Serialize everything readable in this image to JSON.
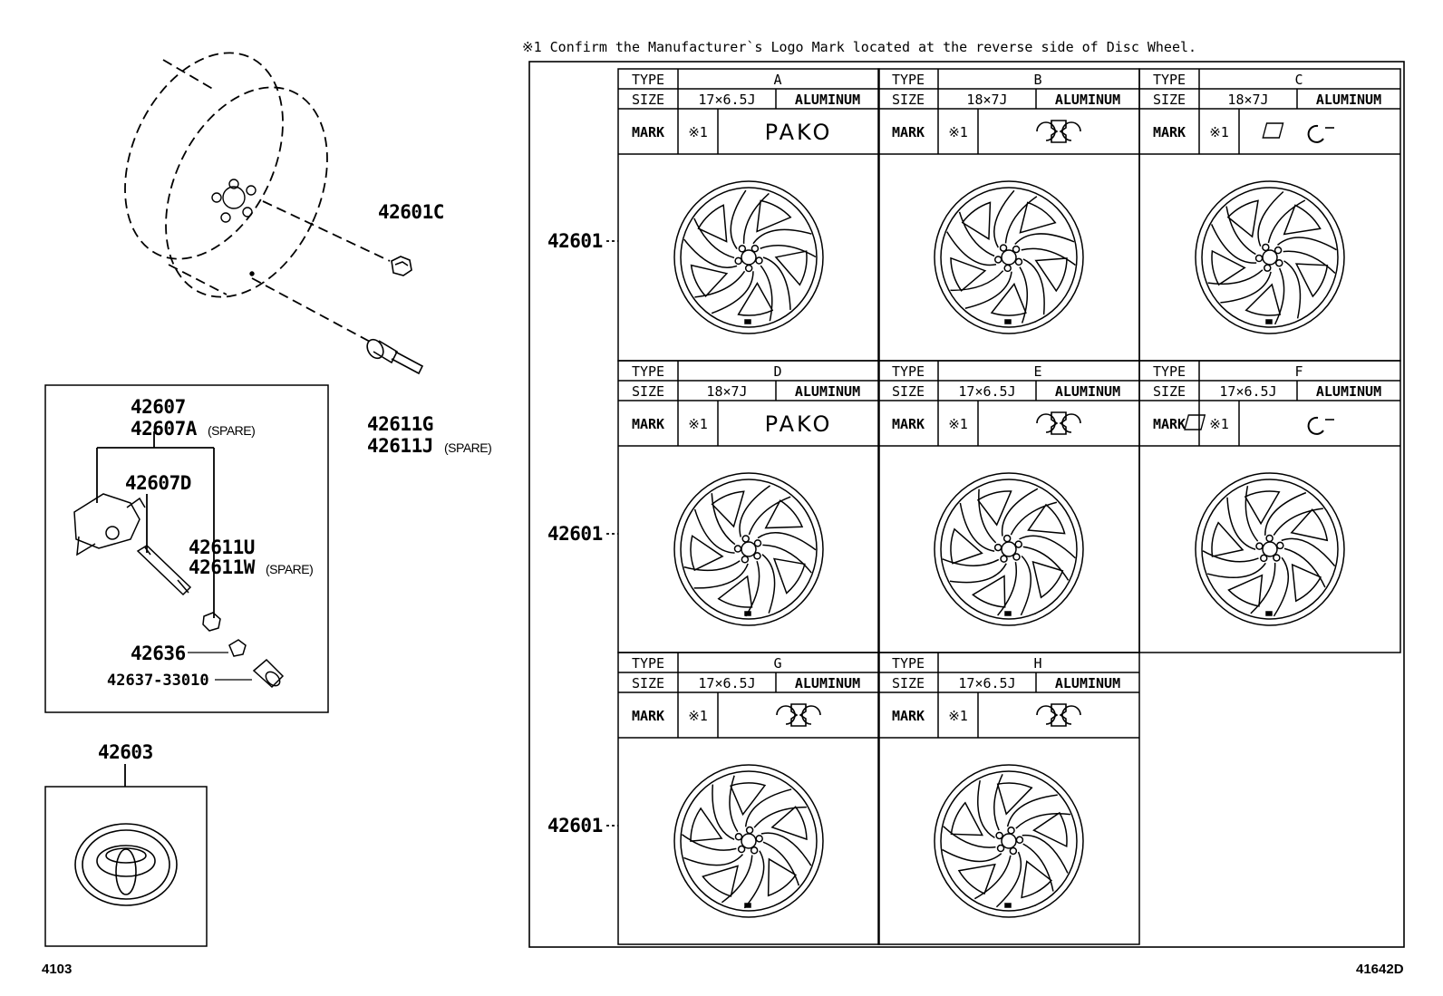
{
  "note_text": "※1  Confirm the Manufacturer`s Logo Mark located at the reverse side of Disc Wheel.",
  "footer_left": "4103",
  "footer_right": "41642D",
  "parts": {
    "nut": "42601C",
    "valve": "42611G",
    "valve_spare": "42611J",
    "sensor": "42607",
    "sensor_spare": "42607A",
    "sensor_sub": "42607D",
    "valve_sub": "42611U",
    "valve_sub_spare": "42611W",
    "grommet": "42636",
    "cap": "42637-33010",
    "ornament": "42603",
    "wheel": "42601",
    "spare_tag": "(SPARE)"
  },
  "table": {
    "type_label": "TYPE",
    "size_label": "SIZE",
    "mark_label": "MARK",
    "mark_ref": "※1",
    "wheels": [
      {
        "type": "A",
        "size": "17×6.5J",
        "material": "ALUMINUM",
        "mark": "PAKO",
        "logo": "pako-text"
      },
      {
        "type": "B",
        "size": "18×7J",
        "material": "ALUMINUM",
        "mark": "",
        "logo": "manufacturer-logo-icon"
      },
      {
        "type": "C",
        "size": "18×7J",
        "material": "ALUMINUM",
        "mark": "",
        "logo": "excel-logo-icon"
      },
      {
        "type": "D",
        "size": "18×7J",
        "material": "ALUMINUM",
        "mark": "PAKO",
        "logo": "pako-text"
      },
      {
        "type": "E",
        "size": "17×6.5J",
        "material": "ALUMINUM",
        "mark": "",
        "logo": "manufacturer-logo-icon"
      },
      {
        "type": "F",
        "size": "17×6.5J",
        "material": "ALUMINUM",
        "mark": "",
        "logo": "excel-logo-icon"
      },
      {
        "type": "G",
        "size": "17×6.5J",
        "material": "ALUMINUM",
        "mark": "",
        "logo": "manufacturer-logo-icon"
      },
      {
        "type": "H",
        "size": "17×6.5J",
        "material": "ALUMINUM",
        "mark": "",
        "logo": "manufacturer-logo-icon"
      }
    ]
  }
}
